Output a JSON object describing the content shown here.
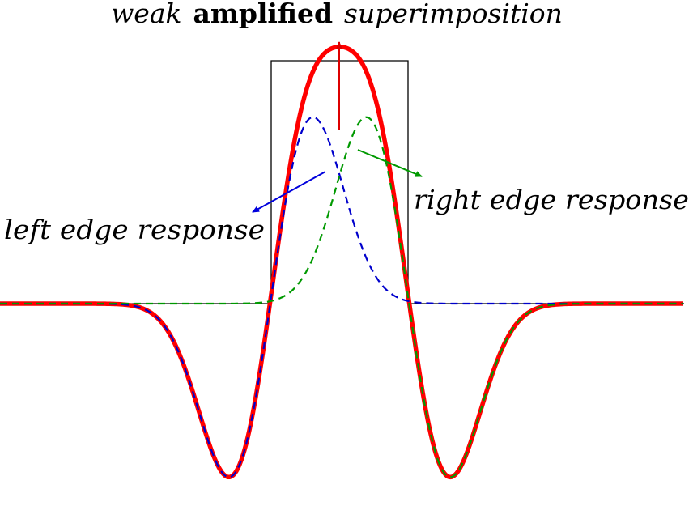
{
  "title": {
    "part1": "weak",
    "part2": "amplified",
    "part3": "superimposition"
  },
  "labels": {
    "left": "left edge response",
    "right": "right edge response"
  },
  "colors": {
    "sum": "#ff0000",
    "left": "#0000cc",
    "right": "#009900",
    "edge": "#000000",
    "sum_arrow": "#dd0000",
    "left_arrow": "#0000dd",
    "right_arrow": "#009900"
  }
}
